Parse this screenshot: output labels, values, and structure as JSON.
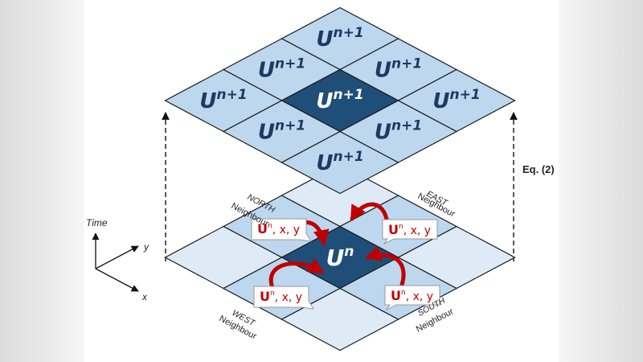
{
  "upper_cell_label": {
    "base": "U",
    "sup": "n+1"
  },
  "lower_center_label": {
    "base": "U",
    "sup": "n"
  },
  "message_label": {
    "base": "U",
    "sup": "n",
    "rest": ", x, y"
  },
  "neighbours": {
    "north": {
      "dir": "NORTH",
      "word": "Neighbour"
    },
    "east": {
      "dir": "EAST",
      "word": "Neighbour"
    },
    "west": {
      "dir": "WEST",
      "word": "Neighbour"
    },
    "south": {
      "dir": "SOUTH",
      "word": "Neighbour"
    }
  },
  "equation_label": "Eq. (2)",
  "axes": {
    "time": "Time",
    "x": "x",
    "y": "y"
  },
  "colors": {
    "light_cell": "#bdd7ee",
    "pale_cell": "#deebf7",
    "dark_cell": "#1f4e79",
    "grid_line": "#1a1a1a",
    "u_text_dark": "#1f3864",
    "u_text_light": "#ffffff",
    "arrow_red": "#c00000",
    "message_text": "#c00000"
  }
}
